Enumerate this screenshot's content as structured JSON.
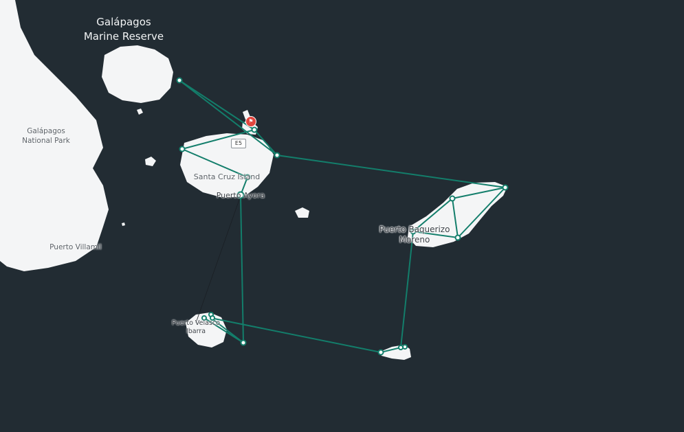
{
  "map": {
    "labels": {
      "reserve_line1": "Galápagos",
      "reserve_line2": "Marine Reserve",
      "national_park_line1": "Galápagos",
      "national_park_line2": "National Park",
      "puerto_villamil": "Puerto Villamil",
      "santa_cruz": "Santa Cruz Island",
      "puerto_ayora": "Puerto Ayora",
      "puerto_baquerizo_line1": "Puerto Baquerizo",
      "puerto_baquerizo_line2": "Moreno",
      "puerto_velasco_line1": "Puerto Velasco",
      "puerto_velasco_line2": "Ibarra"
    },
    "road_shield": "E5",
    "flag_icon": "flag-icon",
    "colors": {
      "sea": "#222c33",
      "land": "#f4f5f6",
      "route": "#137e6b",
      "flag": "#e2473f"
    }
  }
}
